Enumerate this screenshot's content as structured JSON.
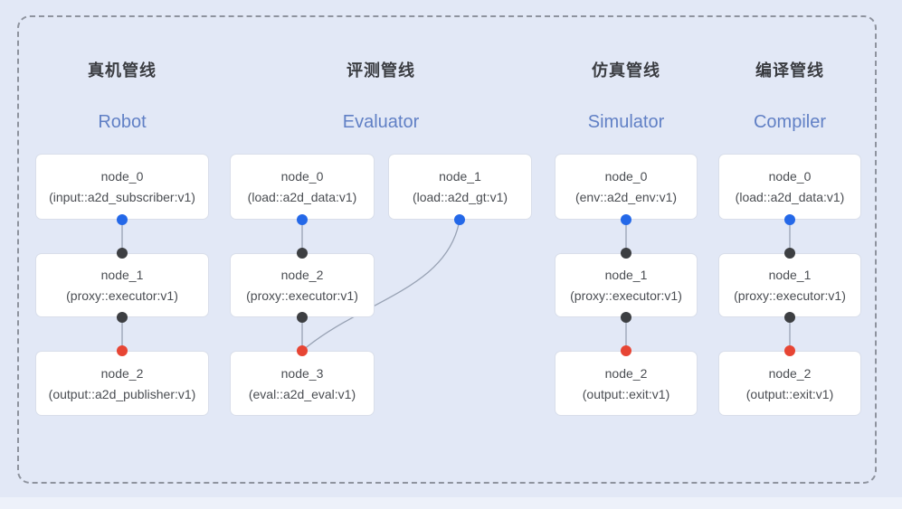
{
  "diagram": {
    "pipelines": [
      {
        "id": "robot",
        "title_zh": "真机管线",
        "title_en": "Robot",
        "nodes": [
          {
            "name": "node_0",
            "detail": "(input::a2d_subscriber:v1)"
          },
          {
            "name": "node_1",
            "detail": "(proxy::executor:v1)"
          },
          {
            "name": "node_2",
            "detail": "(output::a2d_publisher:v1)"
          }
        ]
      },
      {
        "id": "evaluator",
        "title_zh": "评测管线",
        "title_en": "Evaluator",
        "nodes": [
          {
            "name": "node_0",
            "detail": "(load::a2d_data:v1)"
          },
          {
            "name": "node_1",
            "detail": "(load::a2d_gt:v1)"
          },
          {
            "name": "node_2",
            "detail": "(proxy::executor:v1)"
          },
          {
            "name": "node_3",
            "detail": "(eval::a2d_eval:v1)"
          }
        ]
      },
      {
        "id": "simulator",
        "title_zh": "仿真管线",
        "title_en": "Simulator",
        "nodes": [
          {
            "name": "node_0",
            "detail": "(env::a2d_env:v1)"
          },
          {
            "name": "node_1",
            "detail": "(proxy::executor:v1)"
          },
          {
            "name": "node_2",
            "detail": "(output::exit:v1)"
          }
        ]
      },
      {
        "id": "compiler",
        "title_zh": "编译管线",
        "title_en": "Compiler",
        "nodes": [
          {
            "name": "node_0",
            "detail": "(load::a2d_data:v1)"
          },
          {
            "name": "node_1",
            "detail": "(proxy::executor:v1)"
          },
          {
            "name": "node_2",
            "detail": "(output::exit:v1)"
          }
        ]
      }
    ]
  },
  "colors": {
    "background": "#e2e8f6",
    "frame_border": "#8e939e",
    "node_bg": "#ffffff",
    "node_border": "#d9deea",
    "node_text": "#4a4d52",
    "title_zh": "#3a3c41",
    "title_en": "#6180c5",
    "edge": "#98a2b4",
    "port_blue": "#2468e8",
    "port_dark": "#3d3f42",
    "port_red": "#e74534"
  }
}
